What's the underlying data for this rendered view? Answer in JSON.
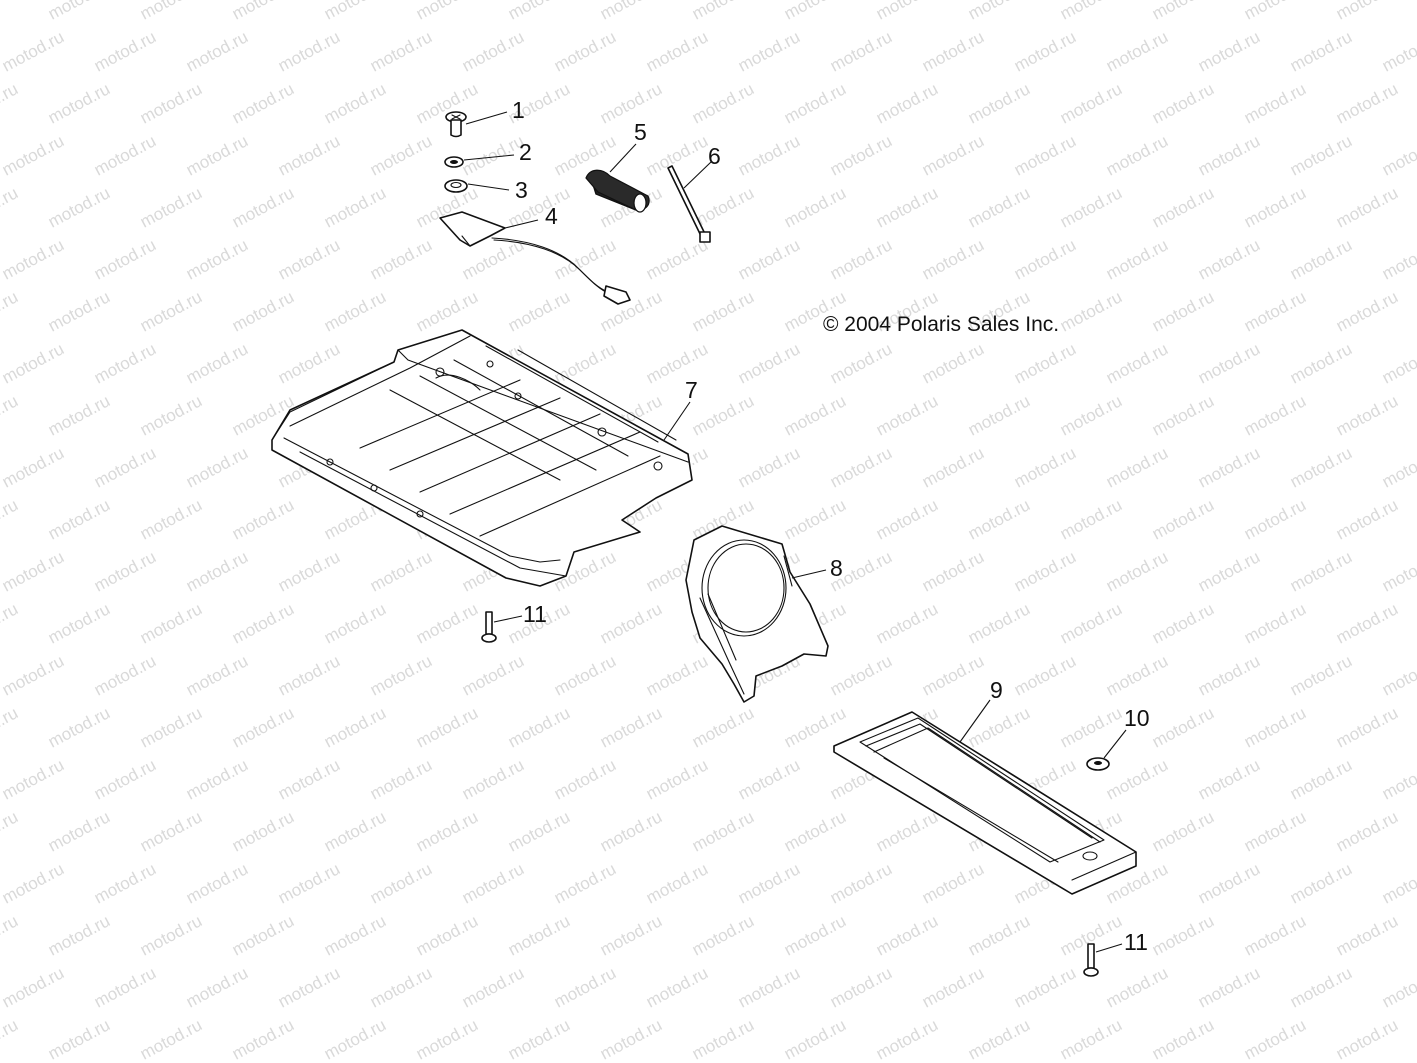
{
  "watermark": {
    "text": "motod.ru",
    "color": "#d9d9d9"
  },
  "copyright": "© 2004 Polaris Sales Inc.",
  "callouts": [
    {
      "id": "1",
      "label": "1"
    },
    {
      "id": "2",
      "label": "2"
    },
    {
      "id": "3",
      "label": "3"
    },
    {
      "id": "4",
      "label": "4"
    },
    {
      "id": "5",
      "label": "5"
    },
    {
      "id": "6",
      "label": "6"
    },
    {
      "id": "7",
      "label": "7"
    },
    {
      "id": "8",
      "label": "8"
    },
    {
      "id": "9",
      "label": "9"
    },
    {
      "id": "10",
      "label": "10"
    },
    {
      "id": "11a",
      "label": "11"
    },
    {
      "id": "11b",
      "label": "11"
    }
  ]
}
